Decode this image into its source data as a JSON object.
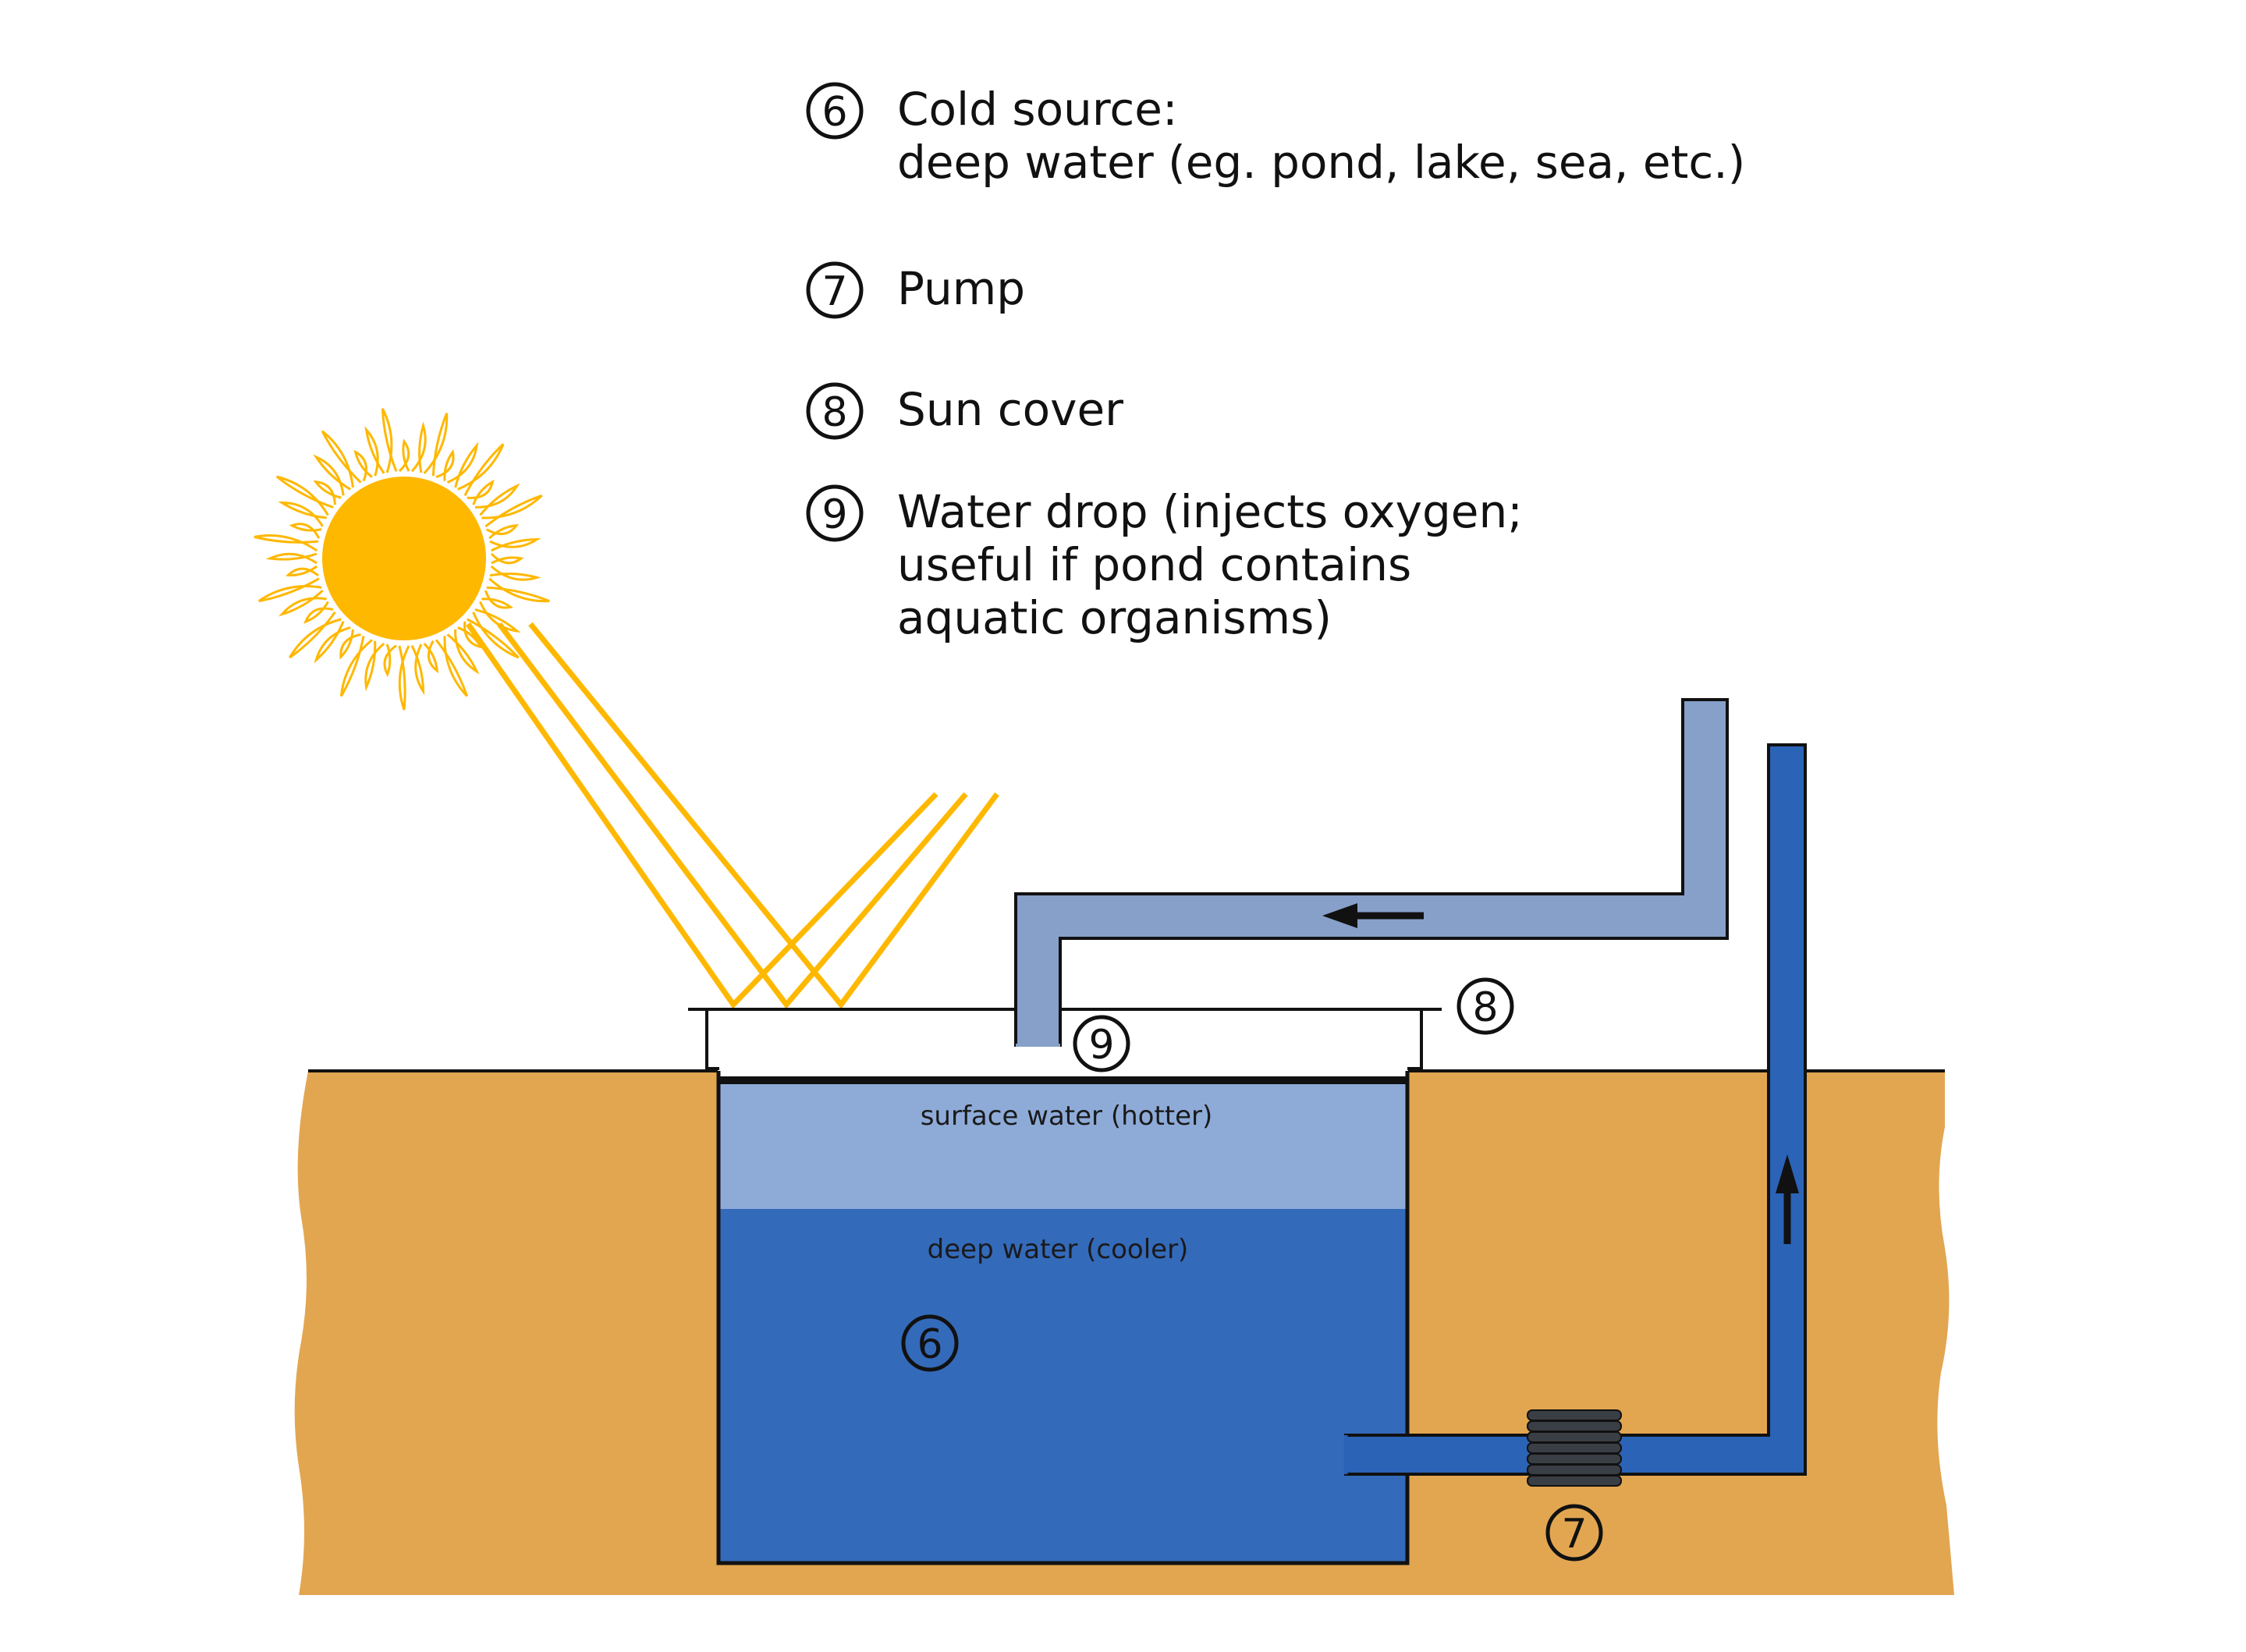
{
  "legend": [
    {
      "number": "6",
      "lines": [
        "Cold source:",
        "deep water (eg. pond, lake, sea, etc.)"
      ]
    },
    {
      "number": "7",
      "lines": [
        "Pump"
      ]
    },
    {
      "number": "8",
      "lines": [
        "Sun cover"
      ]
    },
    {
      "number": "9",
      "lines": [
        "Water drop (injects oxygen;",
        "useful if pond contains",
        "aquatic organisms)"
      ]
    }
  ],
  "zones": {
    "surface": "surface water (hotter)",
    "deep": "deep water (cooler)"
  },
  "markers": {
    "pond": "6",
    "pump": "7",
    "cover": "8",
    "drop": "9"
  },
  "colors": {
    "sun": "#ffb800",
    "soil": "#e2a651",
    "surface_water": "#8eabd8",
    "deep_water": "#346aba",
    "return_pipe": "#86a0c9",
    "supply_pipe": "#2b63b7",
    "pump": "#3a3e45",
    "outline": "#111111"
  }
}
